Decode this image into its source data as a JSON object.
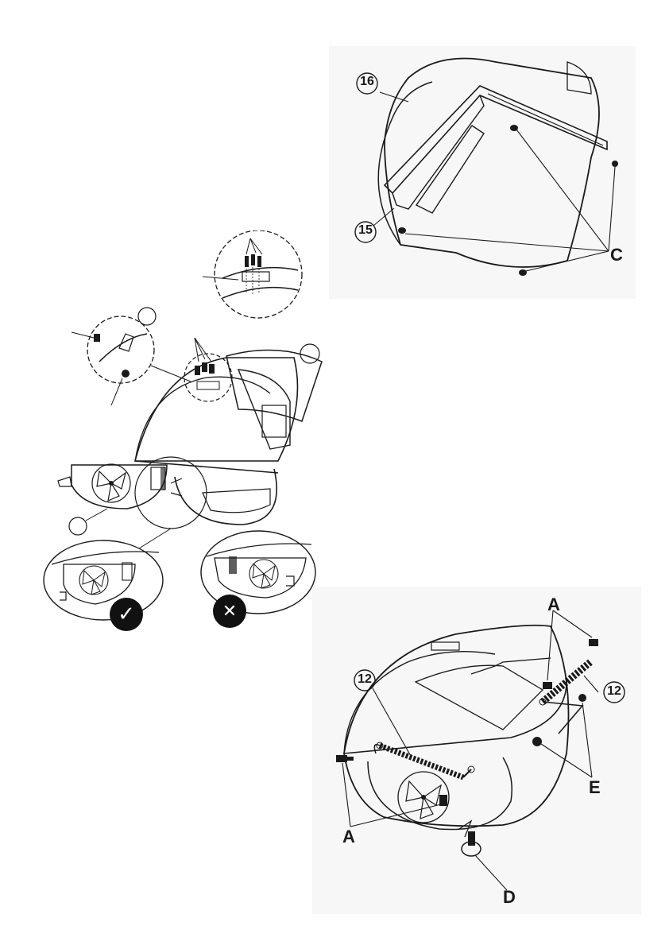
{
  "figure_top": {
    "callouts": {
      "part_16": "16",
      "part_15": "15",
      "screw_c": "C"
    }
  },
  "figure_bottom": {
    "callouts": {
      "handle_left": "12",
      "handle_right": "12",
      "bolt_a_top": "A",
      "bolt_a_bottom": "A",
      "nut_e": "E",
      "knob_d": "D"
    }
  },
  "figure_left": {
    "badges": {
      "correct": "✓",
      "incorrect": "✕"
    }
  },
  "colors": {
    "ink": "#1a1a1a",
    "panel_bg": "#f7f7f7",
    "badge_bg": "#111111",
    "badge_fg": "#ffffff"
  }
}
